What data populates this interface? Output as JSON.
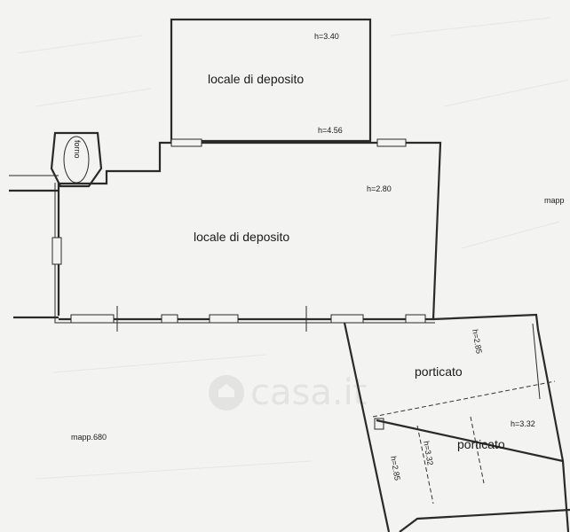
{
  "rooms": {
    "upper_storage": {
      "label": "locale di deposito",
      "height_top": "h=3.40",
      "height_bottom": "h=4.56"
    },
    "main_storage": {
      "label": "locale di deposito",
      "height": "h=2.80"
    },
    "oven": {
      "label": "forno"
    },
    "porch_1": {
      "label": "porticato",
      "height": "h=2.85"
    },
    "porch_2": {
      "label": "porticato",
      "height_right": "h=3.32",
      "height_mid": "h=3.32",
      "height_left": "h=2.85"
    }
  },
  "parcels": {
    "left": "mapp.680",
    "right": "mapp"
  },
  "watermark": "casa.it",
  "colors": {
    "background": "#f3f3f1",
    "walls": "#2a2a2a",
    "watermark": "#e3e3e1"
  }
}
